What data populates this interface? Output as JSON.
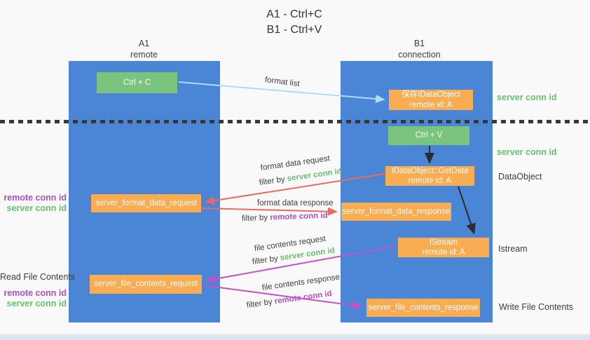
{
  "title": {
    "line1": "A1 - Ctrl+C",
    "line2": "B1 - Ctrl+V"
  },
  "lanes": {
    "left": {
      "name": "A1",
      "subtitle": "remote"
    },
    "right": {
      "name": "B1",
      "subtitle": "connection"
    }
  },
  "nodes": {
    "ctrl_c": {
      "label": "Ctrl + C"
    },
    "save_idataobject": {
      "line1": "保存IDataObject",
      "line2": "remote id: A"
    },
    "ctrl_v": {
      "label": "Ctrl + V"
    },
    "getdata": {
      "line1": "IDataObject::GetData",
      "line2": "remote id: A"
    },
    "server_format_data_request": {
      "label": "server_format_data_request"
    },
    "server_format_data_response": {
      "label": "server_format_data_response"
    },
    "istream": {
      "line1": "IStream",
      "line2": "remote id: A"
    },
    "server_file_contents_request": {
      "label": "server_file_contents_request"
    },
    "server_file_contents_response": {
      "label": "server_file_contents_response"
    }
  },
  "edge_labels": {
    "format_list": "format list",
    "format_data_request": "format data request",
    "filter_by_server_1": {
      "prefix": "filter by ",
      "highlight": "server conn id"
    },
    "format_data_response": "format data response",
    "filter_by_remote_1": {
      "prefix": "filter by ",
      "highlight": "remote conn id"
    },
    "file_contents_request": "file contents request",
    "filter_by_server_2": {
      "prefix": "filter by ",
      "highlight": "server conn id"
    },
    "file_contents_response": "file contents response",
    "filter_by_remote_2": {
      "prefix": "filter by ",
      "highlight": "remote conn id"
    }
  },
  "side_labels": {
    "server_conn_id_top_right": "server conn id",
    "server_conn_id_mid_right": "server conn id",
    "dataobject": "DataObject",
    "istream": "Istream",
    "write_file_contents": "Write File Contents",
    "read_file_contents": "Read File Contents",
    "remote_conn_id_left_1": "remote conn id",
    "server_conn_id_left_1": "server conn id",
    "remote_conn_id_left_2": "remote conn id",
    "server_conn_id_left_2": "server conn id"
  },
  "colors": {
    "lane_blue": "#4a85d6",
    "node_orange": "#f9ac52",
    "node_green": "#7ac47e",
    "green_text": "#68c06d",
    "purple_text": "#b14ec4",
    "red_arrow": "#ed685f",
    "magenta_arrow": "#c353c5",
    "light_blue_arrow": "#aedcf5",
    "dark_arrow": "#2d2d2d"
  }
}
